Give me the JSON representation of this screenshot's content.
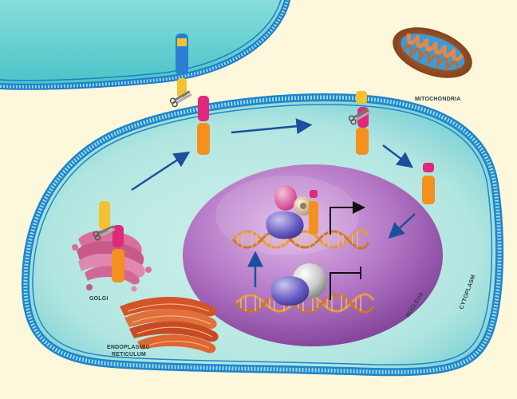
{
  "labels": {
    "golgi": "GOLGI",
    "er_line1": "ENDOPLASMIC",
    "er_line2": "RETICULUM",
    "nucleus": "NUCLEUS",
    "cytoplasm": "CYTOPLASM",
    "mitochondria": "MITOCHONDRIA"
  },
  "colors": {
    "background": "#fdf8dc",
    "cytoplasm": "#b8e8e2",
    "membrane": "#2aa8d8",
    "nucleus": "#b473c3",
    "dna": "#e8a050",
    "receptor_blue": "#2a7fd0",
    "receptor_yellow": "#f2c230",
    "receptor_pink": "#e0297a",
    "receptor_orange": "#f3901e",
    "golgi": "#d8709a",
    "er": "#d35428",
    "mitochondria": "#a8582a"
  }
}
